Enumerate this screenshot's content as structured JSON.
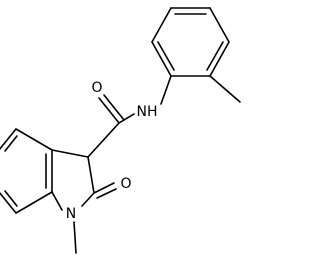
{
  "atom_labels": {
    "carbonyl_oxygen_amide": "O",
    "amide_nitrogen": "NH",
    "lactam_oxygen": "O",
    "ring_nitrogen": "N"
  },
  "colors": {
    "background": "#ffffff",
    "bonds": "#000000",
    "labels": "#000000"
  }
}
